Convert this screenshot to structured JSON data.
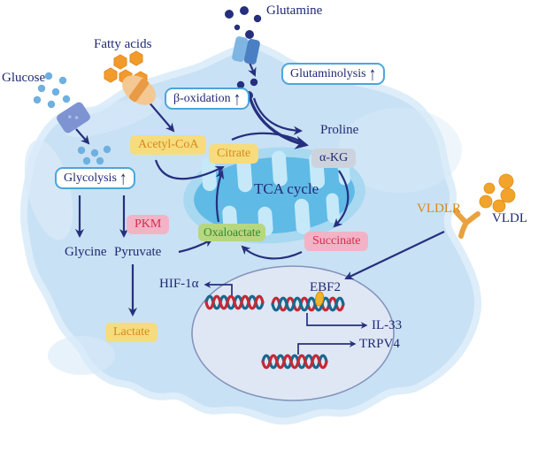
{
  "palette": {
    "navy": "#1f2a74",
    "arrow": "#252f7e",
    "orange_text": "#d7891e",
    "yellow_bg": "#f6dc7d",
    "green_text": "#2f8a33",
    "green_bg": "#b7d77e",
    "red_text": "#d42d4d",
    "pink_bg": "#f3b3c6",
    "gray_bg": "#ccd3dc",
    "process_border": "#4da5da",
    "cell_fill": "#c9e1f4",
    "cell_halo": "#ddedf9",
    "mito_outer": "#a9d8f1",
    "mito_inner": "#5fbae6",
    "cristae": "#c5e9f8",
    "nucleus_fill": "#dfe7f5",
    "nucleus_border": "#8494bc",
    "glucose_dot": "#6fb0e0",
    "glutamine_dot": "#252f7e",
    "fatty_acid": "#f29b2c",
    "vldl_orange": "#f2a32b",
    "dna_red": "#c32a36",
    "dna_blue": "#19688e"
  },
  "molecules": {
    "glucose": "Glucose",
    "fatty_acids": "Fatty acids",
    "glutamine": "Glutamine",
    "vldl": "VLDL"
  },
  "processes": {
    "glycolysis": {
      "label": "Glycolysis",
      "up_arrow": "↑"
    },
    "beta_oxidation": {
      "label": "β-oxidation",
      "up_arrow": "↑"
    },
    "glutaminolysis": {
      "label": "Glutaminolysis",
      "up_arrow": "↑"
    }
  },
  "metabolites": {
    "acetyl_coa": "Acetyl-CoA",
    "citrate": "Citrate",
    "alpha_kg": "α-KG",
    "oxaloactate": "Oxaloactate",
    "succinate": "Succinate",
    "lactate": "Lactate",
    "pyruvate": "Pyruvate",
    "glycine": "Glycine",
    "proline": "Proline"
  },
  "enzymes": {
    "pkm": "PKM"
  },
  "organelles": {
    "tca_cycle": "TCA cycle"
  },
  "genes": {
    "hif1a": "HIF-1α",
    "ebf2": "EBF2",
    "il33": "IL-33",
    "trpv4": "TRPV4"
  },
  "receptors": {
    "vldlr": "VLDLR"
  }
}
